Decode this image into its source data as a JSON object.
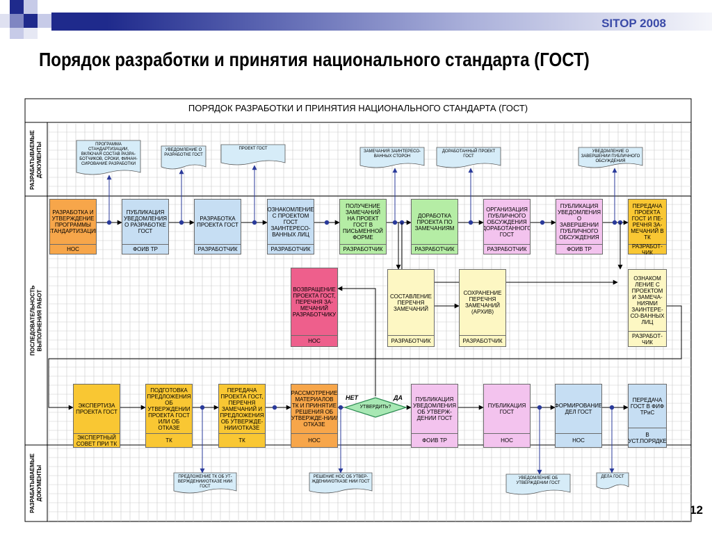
{
  "slide": {
    "title": "Порядок разработки и принятия национального стандарта (ГОСТ)",
    "brand": "SITOP 2008",
    "page_number": "12"
  },
  "diagram": {
    "title": "ПОРЯДОК РАЗРАБОТКИ И ПРИНЯТИЯ НАЦИОНАЛЬНОГО СТАНДАРТА (ГОСТ)",
    "row_labels": {
      "top": "РАЗРАБАТЫВАЕМЫЕ\nДОКУМЕНТЫ",
      "middle": "ПОСЛЕДОВАТЕЛЬНОСТЬ\nВЫПОЛНЕНИЯ РАБОТ",
      "bottom": "РАЗРАБАТЫВАЕМЫЕ\nДОКУМЕНТЫ"
    },
    "colors": {
      "orange": "#f7a64a",
      "blue": "#c6def3",
      "purple": "#f3c3ee",
      "green": "#b5eda5",
      "yellow": "#fdf7c3",
      "gold": "#f9c733",
      "pink": "#ee5f8c",
      "doc": "#d6ecf8",
      "decision": "#a8e8b4"
    },
    "top_steps": [
      {
        "text": "РАЗРАБОТКА И УТВЕРЖДЕНИЕ ПРОГРАММЫ СТАНДАРТИЗАЦИИ",
        "role": "НОС",
        "color": "orange"
      },
      {
        "text": "ПУБЛИКАЦИЯ УВЕДОМЛЕНИЯ О РАЗРАБОТКЕ ГОСТ",
        "role": "ФОИВ ТР",
        "color": "blue"
      },
      {
        "text": "РАЗРАБОТКА ПРОЕКТА ГОСТ",
        "role": "РАЗРАБОТЧИК",
        "color": "blue"
      },
      {
        "text": "ОЗНАКОМЛЕНИЕ С ПРОЕКТОМ ГОСТ ЗАИНТЕРЕСО-ВАННЫХ ЛИЦ",
        "role": "РАЗРАБОТЧИК",
        "color": "blue"
      },
      {
        "text": "ПОЛУЧЕНИЕ ЗАМЕЧАНИЙ НА ПРОЕКТ ГОСТ В ПИСЬМЕННОЙ ФОРМЕ",
        "role": "РАЗРАБОТЧИК",
        "color": "green"
      },
      {
        "text": "ДОРАБОТКА ПРОЕКТА ПО ЗАМЕЧАНИЯМ",
        "role": "РАЗРАБОТЧИК",
        "color": "green"
      },
      {
        "text": "ОРГАНИЗАЦИЯ ПУБЛИЧНОГО ОБСУЖДЕНИЯ ДОРАБОТАННОГО ГОСТ",
        "role": "РАЗРАБОТЧИК",
        "color": "purple"
      },
      {
        "text": "ПУБЛИКАЦИЯ УВЕДОМЛЕНИЯ О ЗАВЕРШЕНИИ ПУБЛИЧНОГО ОБСУЖДЕНИЯ",
        "role": "ФОИВ ТР",
        "color": "purple"
      },
      {
        "text": "ПЕРЕДАЧА ПРОЕКТА ГОСТ И ПЕ-РЕЧНЯ ЗА-МЕЧАНИЙ В ТК",
        "role": "РАЗРАБОТ-ЧИК",
        "color": "gold"
      }
    ],
    "middle_steps": [
      {
        "text": "ВОЗВРАЩЕНИЕ ПРОЕКТА ГОСТ, ПЕРЕЧНЯ ЗА-МЕЧАНИЙ РАЗРАБОТЧИКУ",
        "role": "НОС",
        "color": "pink"
      },
      {
        "text": "СОСТАВЛЕНИЕ ПЕРЕЧНЯ ЗАМЕЧАНИЙ",
        "role": "РАЗРАБОТЧИК",
        "color": "yellow"
      },
      {
        "text": "СОХРАНЕНИЕ ПЕРЕЧНЯ ЗАМЕЧАНИЙ (АРХИВ)",
        "role": "РАЗРАБОТЧИК",
        "color": "yellow"
      },
      {
        "text": "ОЗНАКОМ ЛЕНИЕ С ПРОЕКТОМ И ЗАМЕЧА-НИЯМИ ЗАИНТЕРЕ-СО-ВАННЫХ ЛИЦ",
        "role": "РАЗРАБОТ-ЧИК",
        "color": "yellow"
      }
    ],
    "bottom_steps": [
      {
        "text": "ЭКСПЕРТИЗА ПРОЕКТА ГОСТ",
        "role": "ЭКСПЕРТНЫЙ СОВЕТ ПРИ ТК",
        "color": "gold"
      },
      {
        "text": "ПОДГОТОВКА ПРЕДЛОЖЕНИЯ ОБ УТВЕРЖДЕНИИ ПРОЕКТА ГОСТ ИЛИ ОБ ОТКАЗЕ",
        "role": "ТК",
        "color": "gold"
      },
      {
        "text": "ПЕРЕДАЧА ПРОЕКТА ГОСТ, ПЕРЕЧНЯ ЗАМЕЧАНИЙ И ПРЕДЛОЖЕНИЯ ОБ УТВЕРЖДЕ-НИИ/ОТКАЗЕ",
        "role": "ТК",
        "color": "gold"
      },
      {
        "text": "РАССМОТРЕНИЕ МАТЕРИАЛОВ ТК И ПРИНЯТИЕ РЕШЕНИЯ ОБ УТВЕРЖДЕ-НИИ/ОТКАЗЕ",
        "role": "НОС",
        "color": "orange"
      },
      {
        "text": "ПУБЛИКАЦИЯ УВЕДОМЛЕНИЯ ОБ УТВЕРЖ-ДЕНИИ ГОСТ",
        "role": "ФОИВ ТР",
        "color": "purple"
      },
      {
        "text": "ПУБЛИКАЦИЯ ГОСТ",
        "role": "НОС",
        "color": "purple"
      },
      {
        "text": "ФОРМИРОВАНИЕ ДЕЛ ГОСТ",
        "role": "НОС",
        "color": "blue"
      },
      {
        "text": "ПЕРЕДАЧА ГОСТ В ФИФ ТРиС",
        "role": "В УСТ.ПОРЯДКЕ",
        "color": "blue"
      }
    ],
    "decision": {
      "text": "УТВЕРДИТЬ?",
      "no": "НЕТ",
      "yes": "ДА"
    },
    "top_documents": [
      "ПРОГРАММА СТАНДАРТИЗАЦИИ, ВКЛЮЧАЯ СОСТАВ РАЗРА-БОТЧИКОВ, СРОКИ, ФИНАН-СИРОВАНИЕ РАЗРАБОТКИ",
      "УВЕДОМЛЕНИЕ О РАЗРАБОТКЕ ГОСТ",
      "ПРОЕКТ ГОСТ",
      "ЗАМЕЧАНИЯ ЗАИНТЕРЕСО-ВАННЫХ СТОРОН",
      "ДОРАБОТАННЫЙ ПРОЕКТ ГОСТ",
      "УВЕДОМЛЕНИЕ О ЗАВЕРШЕНИИ ПУБЛИЧНОГО ОБСУЖДЕНИЯ"
    ],
    "bottom_documents": [
      "ПРЕДЛОЖЕНИЕ ТК ОБ УТ-ВЕРЖДЕНИИ/ОТКАЗЕ НИИ ГОСТ",
      "РЕШЕНИЕ НОС ОБ УТВЕР-ЖДЕНИИ/ОТКАЗЕ НИИ ГОСТ",
      "УВЕДОМЛЕНИЕ ОБ УТВЕРЖДЕНИИ ГОСТ",
      "ДЕЛА ГОСТ"
    ]
  }
}
